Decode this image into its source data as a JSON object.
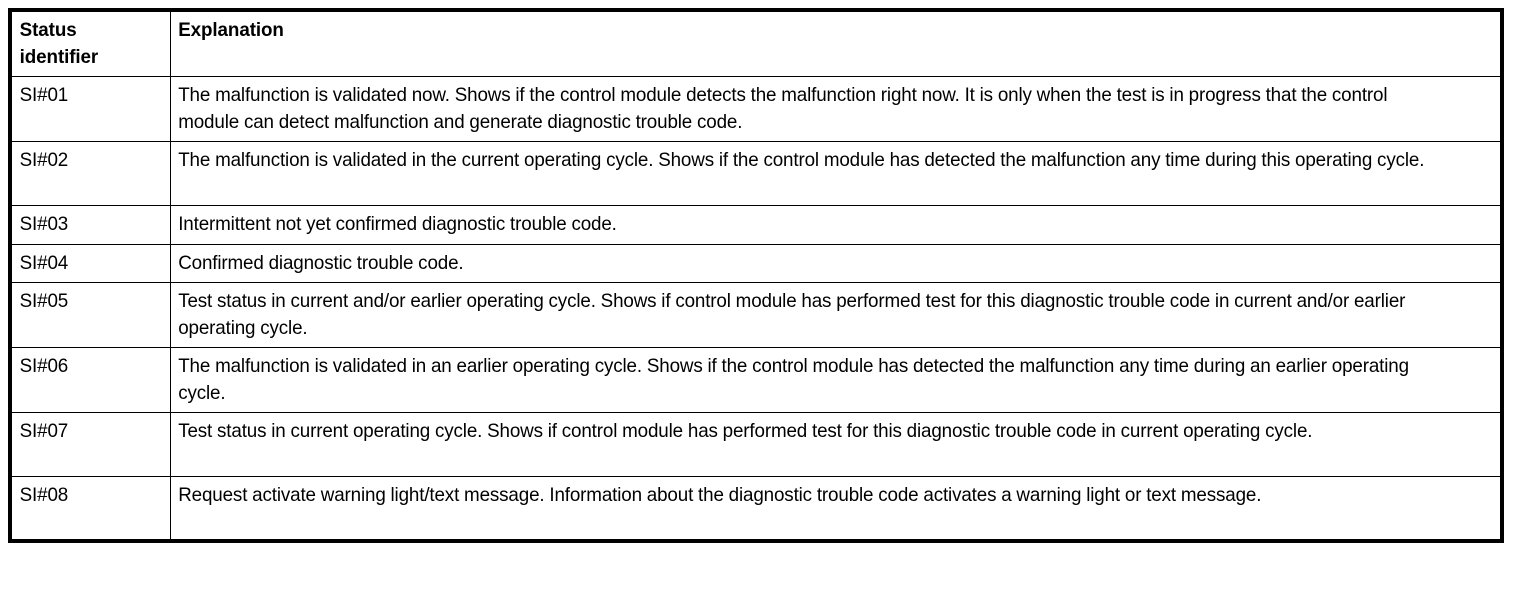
{
  "table": {
    "columns": [
      {
        "key": "status_identifier",
        "header": "Status",
        "header_line2": "identifier"
      },
      {
        "key": "explanation",
        "header": "Explanation",
        "header_line2": ""
      }
    ],
    "rows": [
      {
        "id": "SI#01",
        "explanation": "The malfunction is validated now. Shows if the control module detects the malfunction right now. It is only when the test is in progress that the control module can detect malfunction and generate diagnostic trouble code."
      },
      {
        "id": "SI#02",
        "explanation": "The malfunction is validated in the current operating cycle. Shows if the control module has detected the malfunction any time during this operating cycle."
      },
      {
        "id": "SI#03",
        "explanation": "Intermittent not yet confirmed diagnostic trouble code."
      },
      {
        "id": "SI#04",
        "explanation": "Confirmed diagnostic trouble code."
      },
      {
        "id": "SI#05",
        "explanation": "Test status in current and/or earlier operating cycle. Shows if control module has performed test for this diagnostic trouble code in current and/or earlier operating cycle."
      },
      {
        "id": "SI#06",
        "explanation": "The malfunction is validated in an earlier operating cycle. Shows if the control module has detected the malfunction any time during an earlier operating cycle."
      },
      {
        "id": "SI#07",
        "explanation": "Test status in current operating cycle. Shows if control module has performed test for this diagnostic trouble code in current operating cycle."
      },
      {
        "id": "SI#08",
        "explanation": "Request activate warning light/text message. Information about the diagnostic trouble code activates a warning light or text message."
      }
    ]
  },
  "colors": {
    "border": "#000000",
    "text": "#000000",
    "background": "#ffffff"
  }
}
